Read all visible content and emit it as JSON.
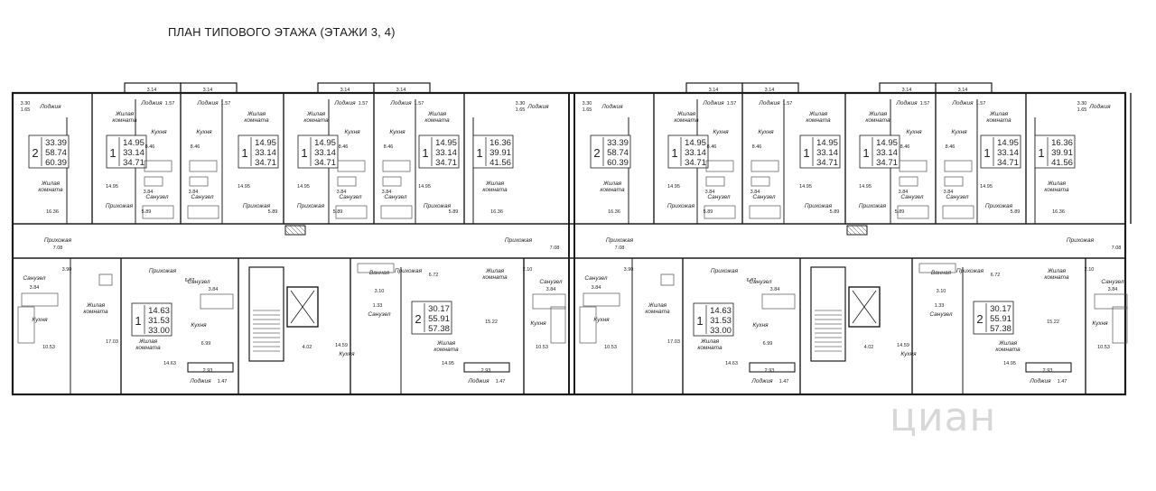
{
  "title": "ПЛАН ТИПОВОГО ЭТАЖА (ЭТАЖИ 3, 4)",
  "watermark": "циан",
  "colors": {
    "wall": "#1c1c1c",
    "fixture": "#555555",
    "corridor": "#ffffff"
  },
  "top_flats": [
    {
      "rooms": 2,
      "total": "60.39",
      "living": "33.39",
      "other": "58.74",
      "labels": [
        "Лоджия",
        "Жилая комната",
        "Прихожая"
      ],
      "areas": [
        "3.30",
        "1.65",
        "16.36",
        "14.95",
        "7.08"
      ]
    },
    {
      "rooms": 1,
      "total": "34.71",
      "living": "14.95",
      "other": "33.14",
      "labels": [
        "Жилая комната",
        "Кухня",
        "Санузел",
        "Прихожая",
        "Лоджия"
      ],
      "areas": [
        "14.95",
        "8.46",
        "3.84",
        "5.89",
        "3.14",
        "1.57"
      ]
    },
    {
      "rooms": 1,
      "total": "34.71",
      "living": "14.95",
      "other": "33.14",
      "labels": [
        "Жилая комната",
        "Кухня",
        "Санузел",
        "Прихожая",
        "Лоджия"
      ],
      "areas": [
        "14.95",
        "8.46",
        "3.84",
        "5.89",
        "3.14",
        "1.57"
      ]
    },
    {
      "rooms": 1,
      "total": "34.71",
      "living": "14.95",
      "other": "33.14",
      "labels": [
        "Жилая комната",
        "Кухня",
        "Санузел",
        "Прихожая",
        "Лоджия"
      ],
      "areas": [
        "14.95",
        "8.46",
        "3.84",
        "5.89",
        "3.14",
        "1.57"
      ]
    },
    {
      "rooms": 1,
      "total": "34.71",
      "living": "14.95",
      "other": "33.14",
      "labels": [
        "Жилая комната",
        "Кухня",
        "Санузел",
        "Прихожая",
        "Лоджия"
      ],
      "areas": [
        "14.95",
        "8.46",
        "3.84",
        "5.89",
        "3.14",
        "1.57"
      ]
    },
    {
      "rooms": 1,
      "total": "41.56",
      "living": "16.36",
      "other": "39.91",
      "labels": [
        "Лоджия",
        "Жилая комната",
        "Прихожая"
      ],
      "areas": [
        "3.30",
        "1.65",
        "16.36",
        "7.08"
      ]
    }
  ],
  "bottom_flats": [
    {
      "rooms": 1,
      "total": "33.00",
      "living": "14.63",
      "other": "31.53",
      "labels": [
        "Санузел",
        "Кухня",
        "Жилая комната",
        "Прихожая",
        "Лоджия"
      ],
      "areas": [
        "3.84",
        "3.90",
        "10.53",
        "17.03",
        "6.07",
        "6.99",
        "14.63",
        "2.93",
        "1.47"
      ]
    },
    {
      "rooms": 2,
      "total": "57.38",
      "living": "30.17",
      "other": "55.91",
      "labels": [
        "Ванная",
        "Санузел",
        "Прихожая",
        "Жилая комната",
        "Кухня",
        "Лоджия"
      ],
      "areas": [
        "3.10",
        "1.33",
        "6.72",
        "15.22",
        "14.95",
        "10.53",
        "2.10",
        "3.84",
        "2.93",
        "1.47"
      ]
    }
  ],
  "corridor": {
    "labels": [
      "Кухня"
    ],
    "areas": [
      "14.59",
      "4.02"
    ]
  }
}
